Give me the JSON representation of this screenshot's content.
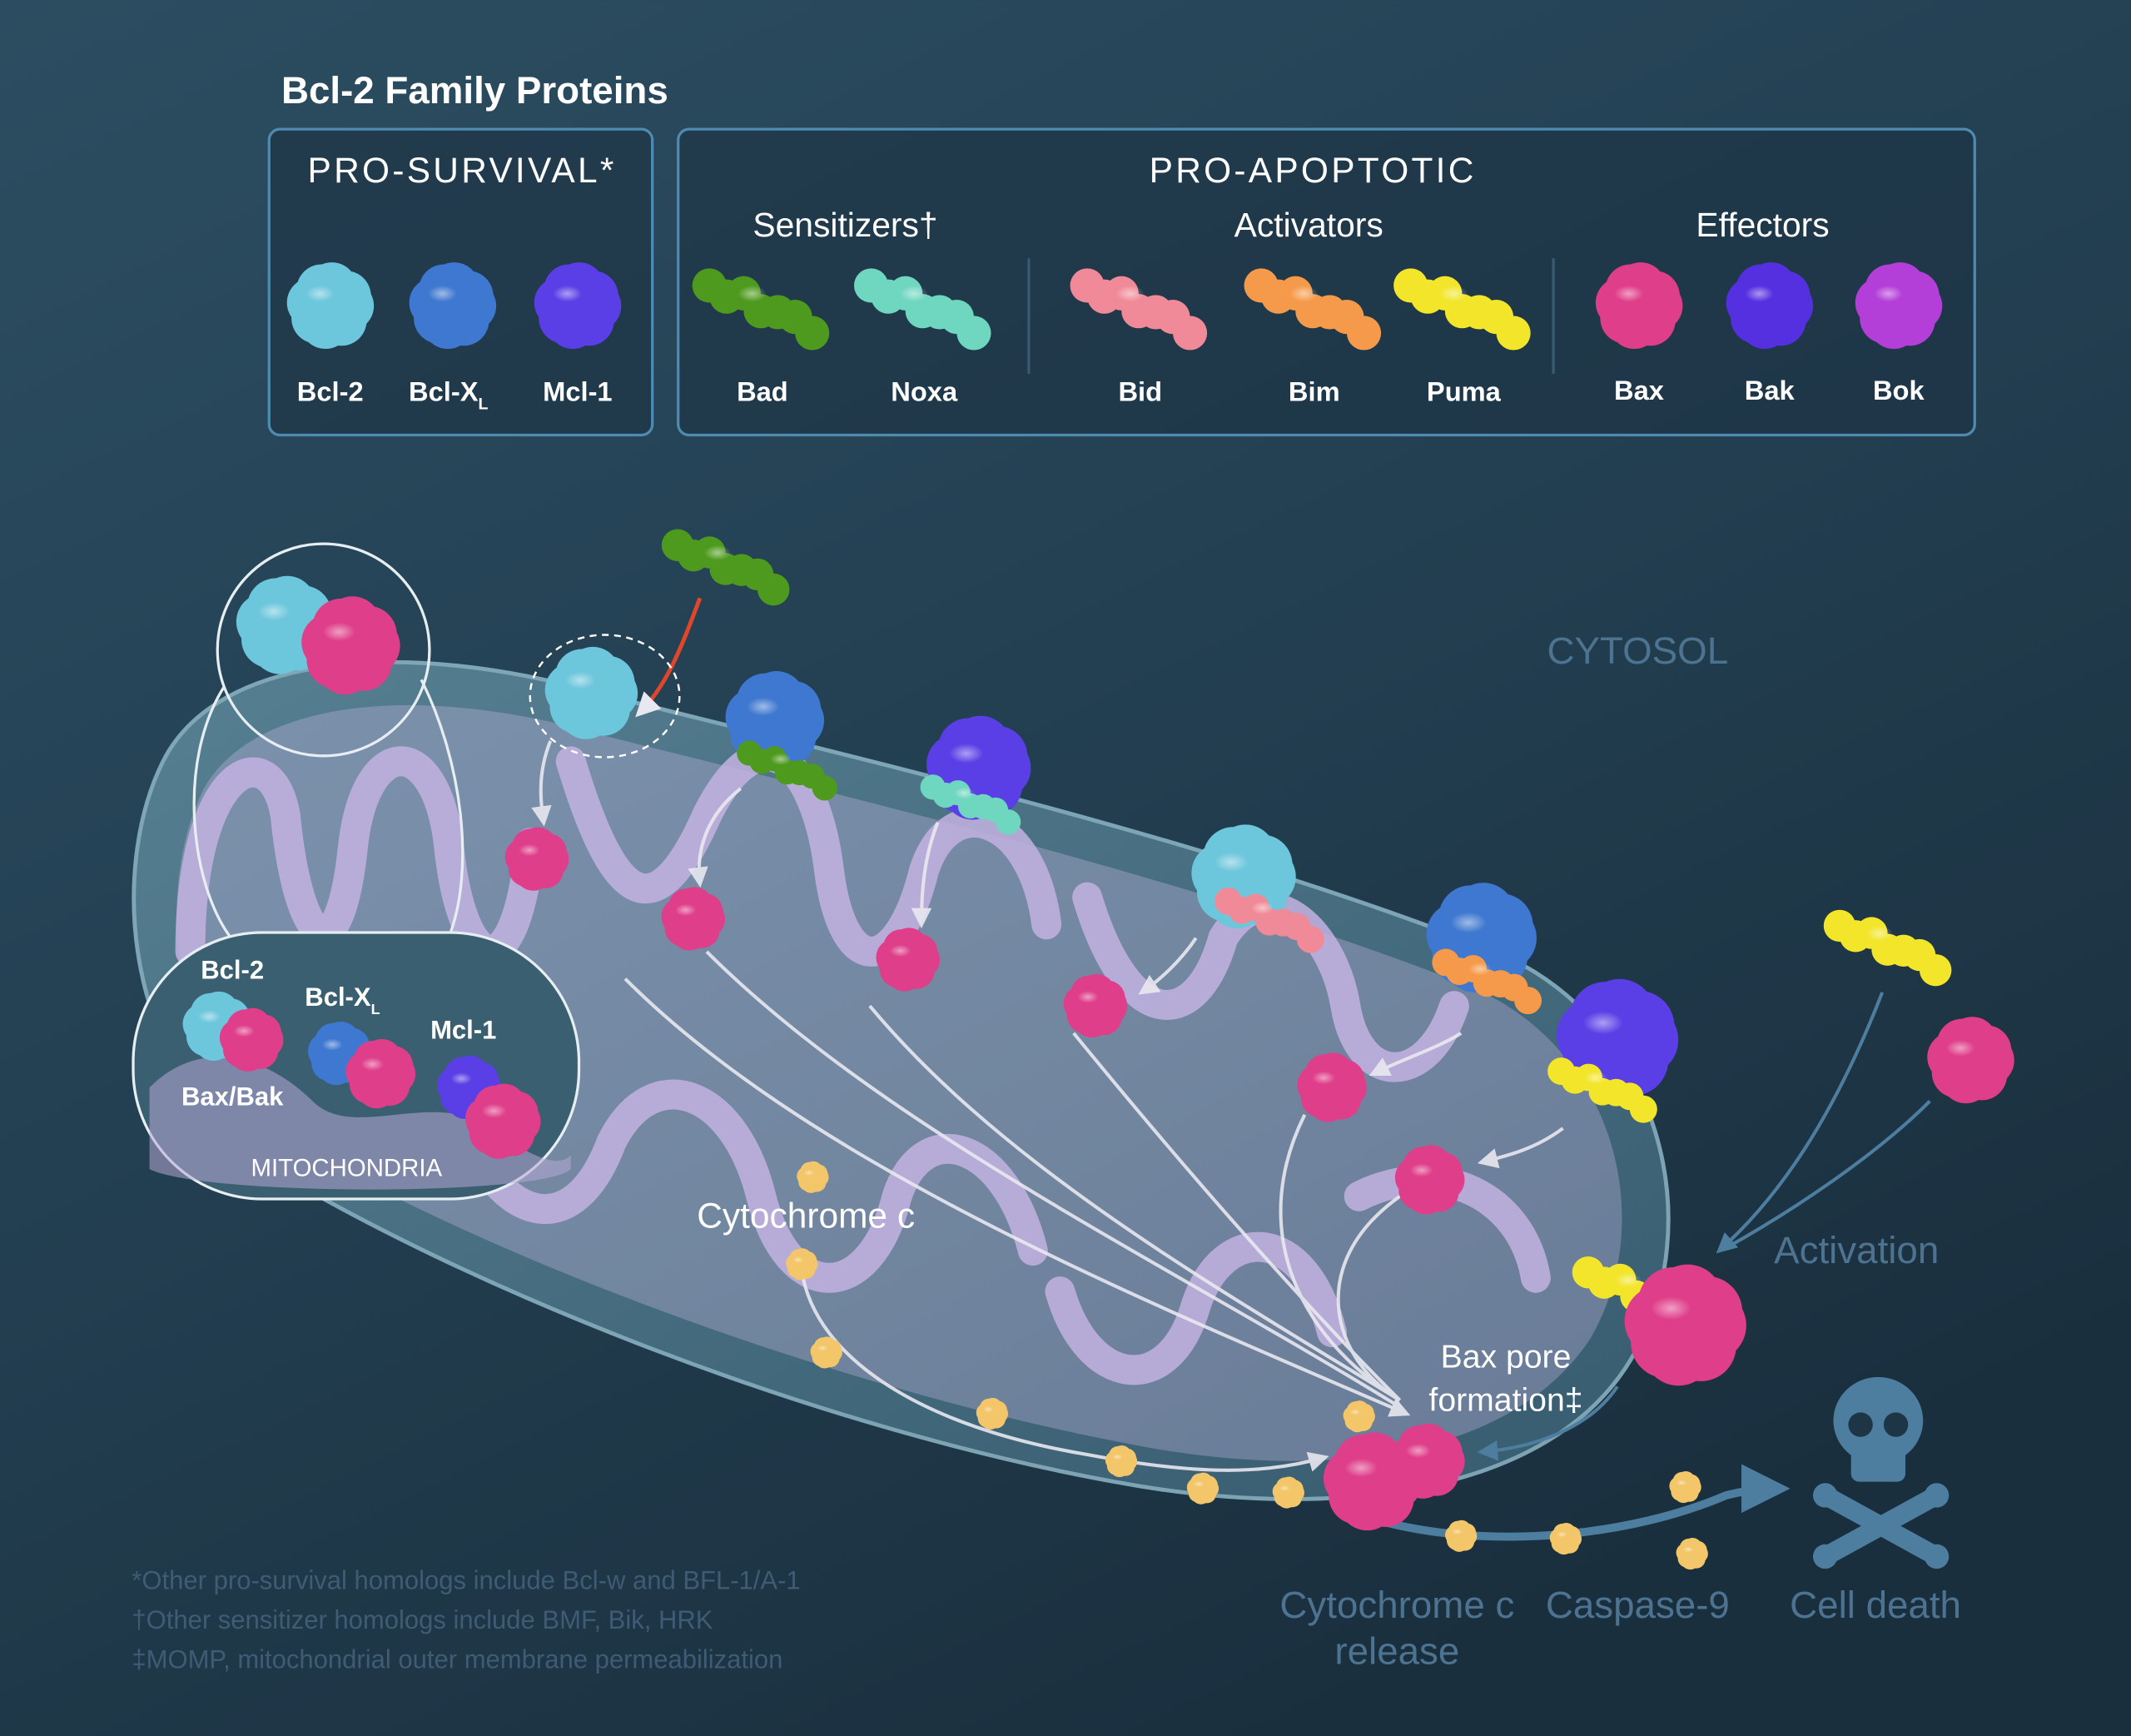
{
  "title": "Bcl-2 Family Proteins",
  "legend": {
    "pro_survival": {
      "header": "PRO-SURVIVAL*",
      "proteins": [
        {
          "name": "Bcl-2",
          "color": "#6cc6dc"
        },
        {
          "name": "Bcl-X",
          "sub": "L",
          "color": "#3f78d0"
        },
        {
          "name": "Mcl-1",
          "color": "#5a3fe6"
        }
      ]
    },
    "pro_apoptotic": {
      "header": "PRO-APOPTOTIC",
      "groups": [
        {
          "label": "Sensitizers†",
          "proteins": [
            {
              "name": "Bad",
              "color": "#4e9a1e"
            },
            {
              "name": "Noxa",
              "color": "#6fd6c0"
            }
          ]
        },
        {
          "label": "Activators",
          "proteins": [
            {
              "name": "Bid",
              "color": "#f08a98"
            },
            {
              "name": "Bim",
              "color": "#f59a4a"
            },
            {
              "name": "Puma",
              "color": "#f2e52a"
            }
          ]
        },
        {
          "label": "Effectors",
          "proteins": [
            {
              "name": "Bax",
              "color": "#df3f8a"
            },
            {
              "name": "Bak",
              "color": "#5430e0"
            },
            {
              "name": "Bok",
              "color": "#b33ed8"
            }
          ]
        }
      ]
    }
  },
  "diagram": {
    "cytosol": "CYTOSOL",
    "cytochrome_c": "Cytochrome c",
    "activation": "Activation",
    "bax_pore_line1": "Bax pore",
    "bax_pore_line2": "formation‡",
    "cyto_release_line1": "Cytochrome c",
    "cyto_release_line2": "release",
    "caspase": "Caspase-9",
    "cell_death": "Cell death",
    "inset": {
      "bcl2": "Bcl-2",
      "bclxl": "Bcl-X",
      "bclxl_sub": "L",
      "mcl1": "Mcl-1",
      "baxbak": "Bax/Bak",
      "mito": "MITOCHONDRIA"
    }
  },
  "footnotes": [
    "*Other pro-survival homologs include Bcl-w and BFL-1/A-1",
    "†Other sensitizer homologs include BMF, Bik, HRK",
    "‡MOMP, mitochondrial outer membrane permeabilization"
  ],
  "colors": {
    "background": "#1d3546",
    "membrane": "#b7a8d6",
    "cytochrome": "#f3c66a"
  }
}
